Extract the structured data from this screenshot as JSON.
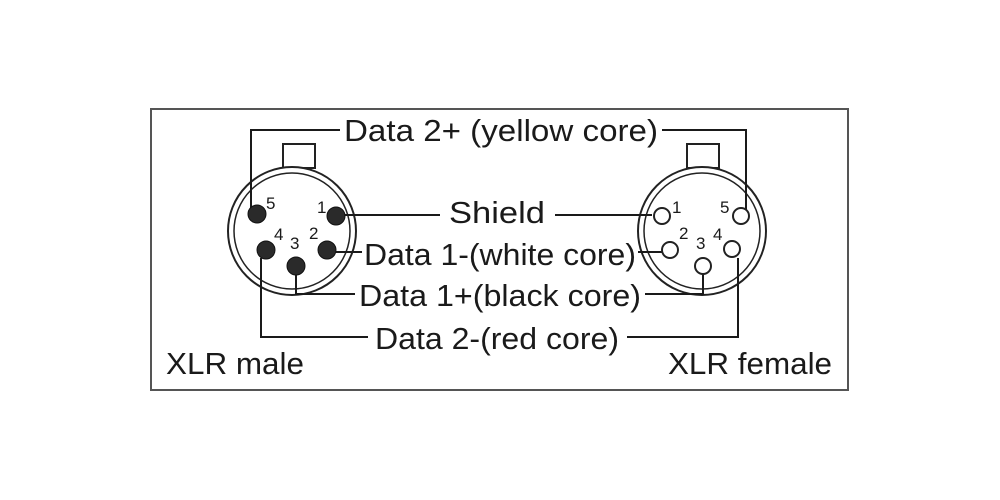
{
  "connectors": {
    "male": {
      "caption": "XLR male",
      "pins": [
        {
          "number": "1",
          "style": "filled"
        },
        {
          "number": "2",
          "style": "filled"
        },
        {
          "number": "3",
          "style": "filled"
        },
        {
          "number": "4",
          "style": "filled"
        },
        {
          "number": "5",
          "style": "filled"
        }
      ]
    },
    "female": {
      "caption": "XLR female",
      "pins": [
        {
          "number": "1",
          "style": "open"
        },
        {
          "number": "2",
          "style": "open"
        },
        {
          "number": "3",
          "style": "open"
        },
        {
          "number": "4",
          "style": "open"
        },
        {
          "number": "5",
          "style": "open"
        }
      ]
    }
  },
  "wiring": [
    {
      "pin": "5",
      "label": "Data 2+ (yellow core)"
    },
    {
      "pin": "1",
      "label": "Shield"
    },
    {
      "pin": "2",
      "label": "Data 1-(white core)"
    },
    {
      "pin": "3",
      "label": "Data 1+(black core)"
    },
    {
      "pin": "4",
      "label": "Data 2-(red core)"
    }
  ],
  "colors": {
    "line": "#1a1a1a",
    "frame": "#555555",
    "background": "#ffffff"
  }
}
